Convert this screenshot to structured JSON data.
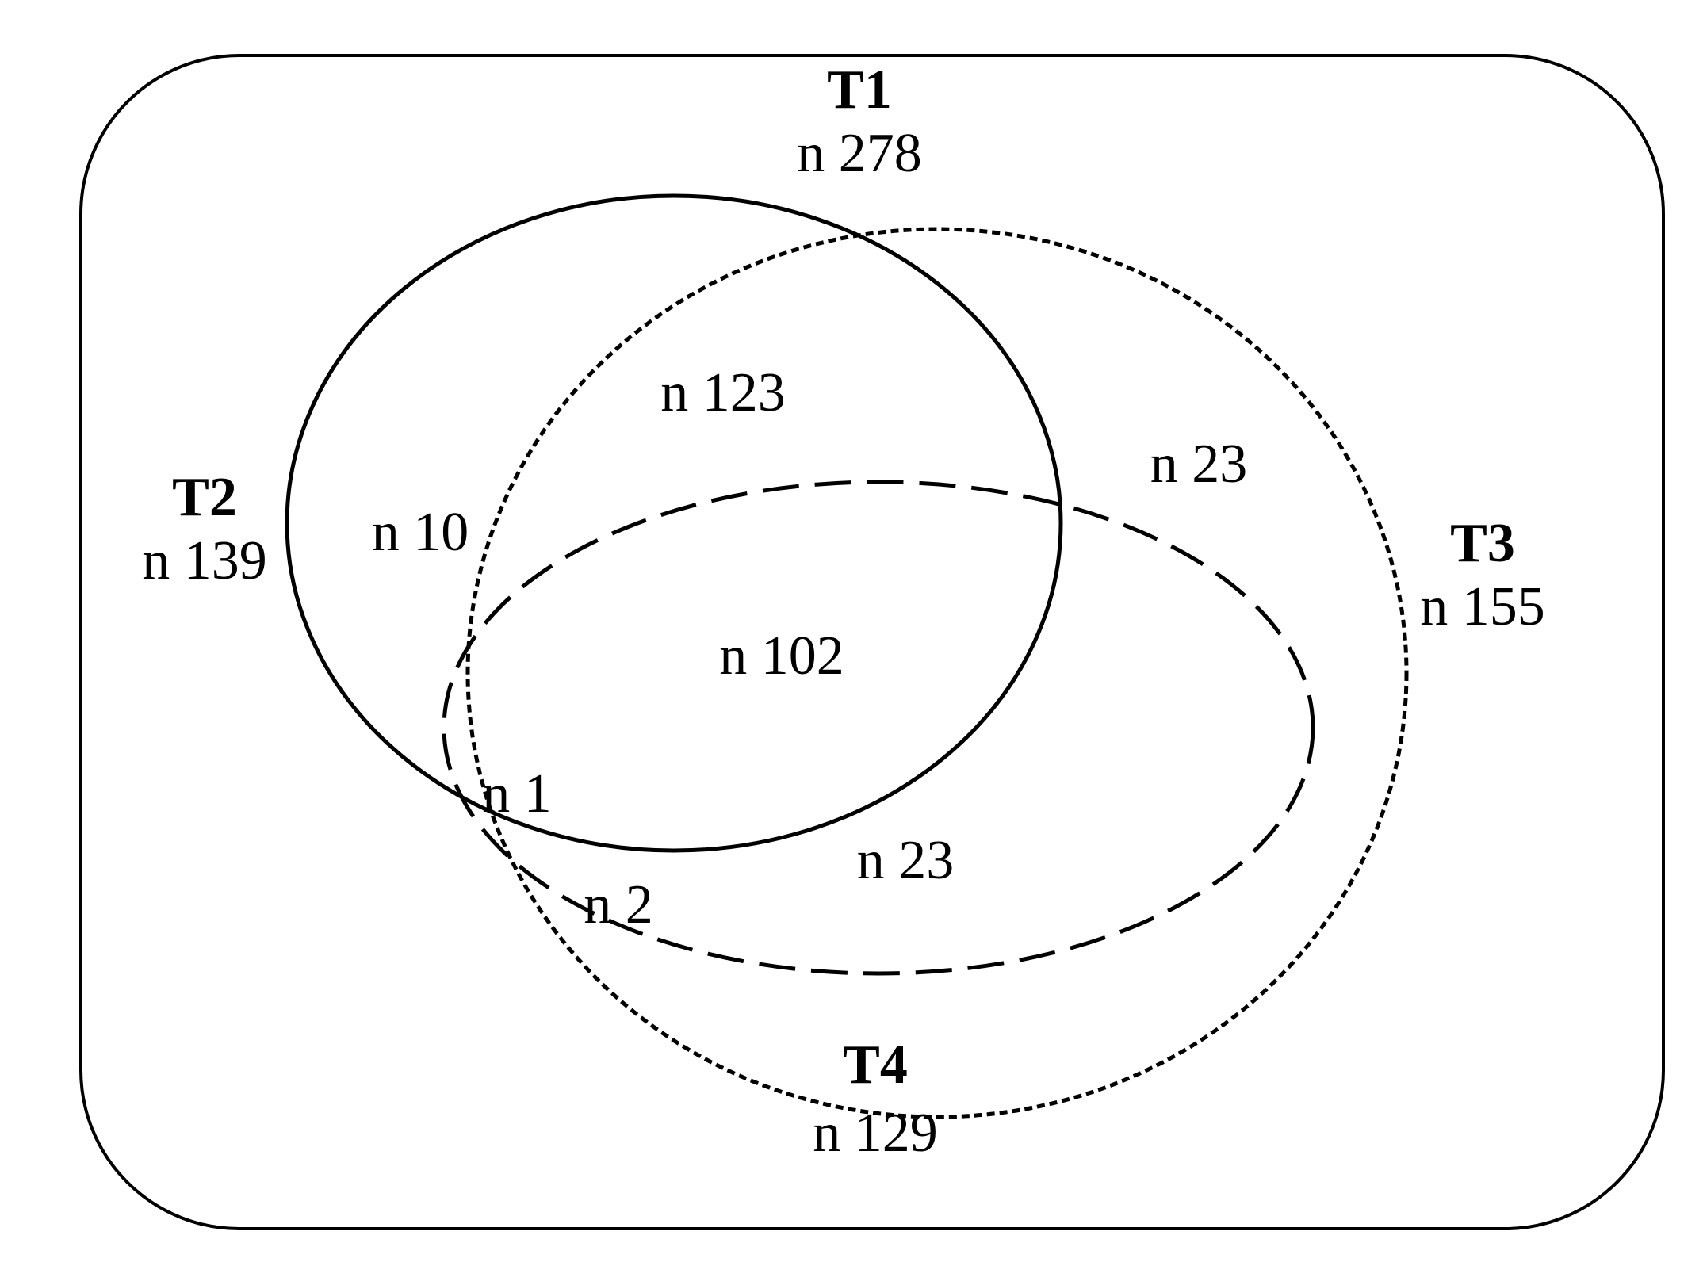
{
  "sets": [
    {
      "id": "T1",
      "name": "T1",
      "count": "n 278",
      "line_style": "solid"
    },
    {
      "id": "T2",
      "name": "T2",
      "count": "n 139",
      "line_style": "none"
    },
    {
      "id": "T3",
      "name": "T3",
      "count": "n 155",
      "line_style": "dotted"
    },
    {
      "id": "T4",
      "name": "T4",
      "count": "n 129",
      "line_style": "dashed"
    }
  ],
  "regions": {
    "t1_t3_top": "n 123",
    "t1_left": "n 10",
    "t3_only": "n 23",
    "core": "n 102",
    "t1_t4_edge": "n 1",
    "t3_t4_lower": "n 23",
    "t4_left": "n 2"
  },
  "colors": {
    "stroke": "#000000",
    "background": "#ffffff"
  }
}
